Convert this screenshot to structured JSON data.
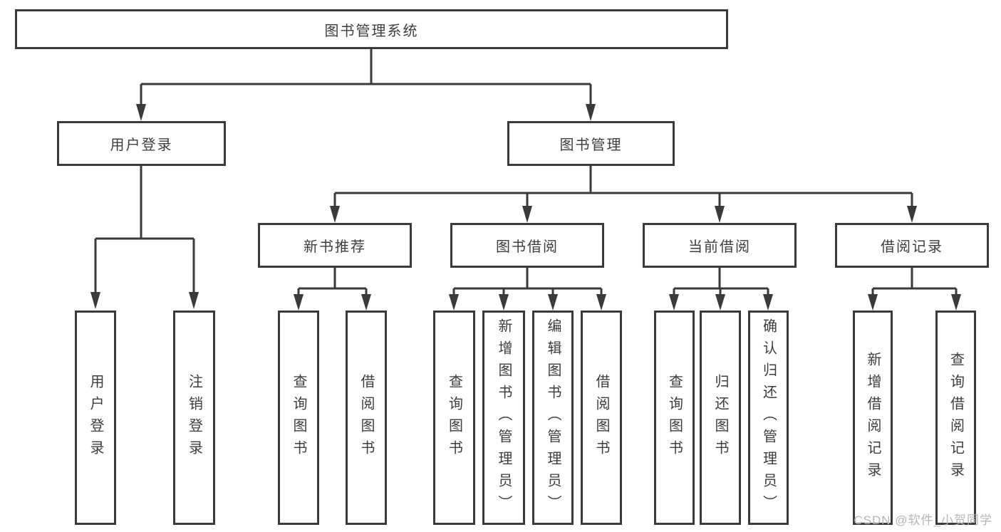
{
  "diagram": {
    "title": "图书管理系统",
    "level2": [
      "用户登录",
      "图书管理"
    ],
    "level3": [
      "新书推荐",
      "图书借阅",
      "当前借阅",
      "借阅记录"
    ],
    "leaves": {
      "user_login": [
        "用户登录",
        "注销登录"
      ],
      "new_book_recommend": [
        "查询图书",
        "借阅图书"
      ],
      "book_borrow": [
        "查询图书",
        "新增图书（管理员）",
        "编辑图书（管理员）",
        "借阅图书"
      ],
      "current_borrow": [
        "查询图书",
        "归还图书",
        "确认归还（管理员）"
      ],
      "borrow_record": [
        "新增借阅记录",
        "查询借阅记录"
      ]
    },
    "watermark": "CSDN @软件_小贺同学",
    "colors": {
      "line": "#3a3a3a",
      "text": "#3d3d3d",
      "watermark": "#b5b5b5",
      "background": "#ffffff"
    }
  }
}
